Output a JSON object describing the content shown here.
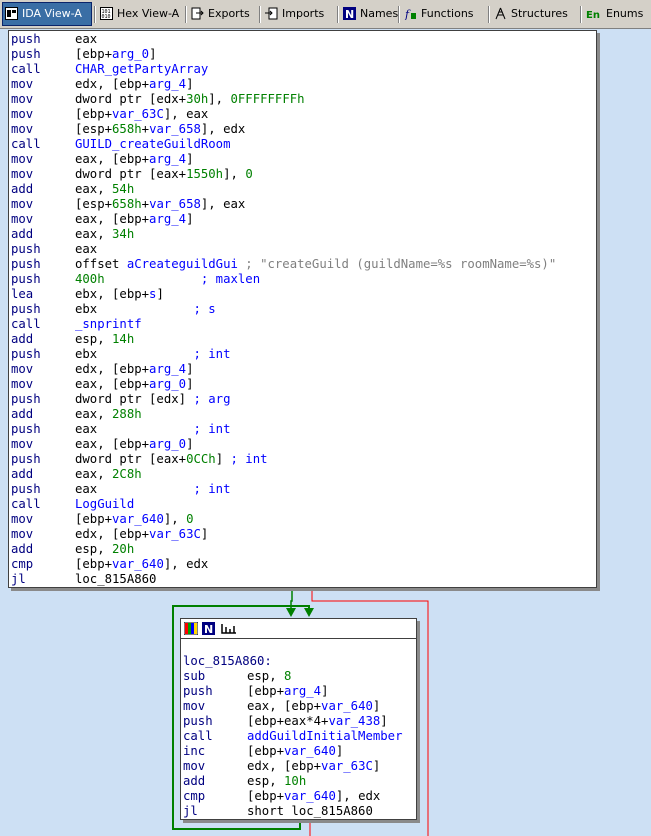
{
  "tabs": [
    {
      "label": "IDA View-A",
      "icon": "ida-view-icon",
      "active": true
    },
    {
      "label": "Hex View-A",
      "icon": "hex-view-icon",
      "active": false
    },
    {
      "label": "Exports",
      "icon": "exports-icon",
      "active": false
    },
    {
      "label": "Imports",
      "icon": "imports-icon",
      "active": false
    },
    {
      "label": "Names",
      "icon": "names-icon",
      "active": false
    },
    {
      "label": "Functions",
      "icon": "functions-icon",
      "active": false
    },
    {
      "label": "Structures",
      "icon": "structures-icon",
      "active": false
    },
    {
      "label": "Enums",
      "icon": "enums-icon",
      "active": false
    }
  ],
  "main_block": [
    {
      "mn": "push",
      "op": [
        [
          "eax",
          "g"
        ]
      ]
    },
    {
      "mn": "push",
      "op": [
        [
          "[ebp+",
          "g"
        ],
        [
          "arg_0",
          "v"
        ],
        [
          "]",
          "g"
        ]
      ]
    },
    {
      "mn": "call",
      "op": [
        [
          "CHAR_getPartyArray",
          "v"
        ]
      ]
    },
    {
      "mn": "mov",
      "op": [
        [
          "edx, [ebp+",
          "g"
        ],
        [
          "arg_4",
          "v"
        ],
        [
          "]",
          "g"
        ]
      ]
    },
    {
      "mn": "mov",
      "op": [
        [
          "dword ptr [edx+",
          "g"
        ],
        [
          "30h",
          "n"
        ],
        [
          "], ",
          "g"
        ],
        [
          "0FFFFFFFFh",
          "n"
        ]
      ]
    },
    {
      "mn": "mov",
      "op": [
        [
          "[ebp+",
          "g"
        ],
        [
          "var_63C",
          "v"
        ],
        [
          "], eax",
          "g"
        ]
      ]
    },
    {
      "mn": "mov",
      "op": [
        [
          "[esp+",
          "g"
        ],
        [
          "658h",
          "n"
        ],
        [
          "+",
          "g"
        ],
        [
          "var_658",
          "v"
        ],
        [
          "], edx",
          "g"
        ]
      ]
    },
    {
      "mn": "call",
      "op": [
        [
          "GUILD_createGuildRoom",
          "v"
        ]
      ]
    },
    {
      "mn": "mov",
      "op": [
        [
          "eax, [ebp+",
          "g"
        ],
        [
          "arg_4",
          "v"
        ],
        [
          "]",
          "g"
        ]
      ]
    },
    {
      "mn": "mov",
      "op": [
        [
          "dword ptr [eax+",
          "g"
        ],
        [
          "1550h",
          "n"
        ],
        [
          "], ",
          "g"
        ],
        [
          "0",
          "n"
        ]
      ]
    },
    {
      "mn": "add",
      "op": [
        [
          "eax, ",
          "g"
        ],
        [
          "54h",
          "n"
        ]
      ]
    },
    {
      "mn": "mov",
      "op": [
        [
          "[esp+",
          "g"
        ],
        [
          "658h",
          "n"
        ],
        [
          "+",
          "g"
        ],
        [
          "var_658",
          "v"
        ],
        [
          "], eax",
          "g"
        ]
      ]
    },
    {
      "mn": "mov",
      "op": [
        [
          "eax, [ebp+",
          "g"
        ],
        [
          "arg_4",
          "v"
        ],
        [
          "]",
          "g"
        ]
      ]
    },
    {
      "mn": "add",
      "op": [
        [
          "eax, ",
          "g"
        ],
        [
          "34h",
          "n"
        ]
      ]
    },
    {
      "mn": "push",
      "op": [
        [
          "eax",
          "g"
        ]
      ]
    },
    {
      "mn": "push",
      "op": [
        [
          "offset ",
          "g"
        ],
        [
          "aCreateguildGui",
          "v"
        ]
      ],
      "cm": "; \"createGuild (guildName=%s roomName=%s)\""
    },
    {
      "mn": "push",
      "op": [
        [
          "400h",
          "n"
        ],
        [
          "             ",
          "g"
        ],
        [
          "; maxlen",
          "v"
        ]
      ]
    },
    {
      "mn": "lea",
      "op": [
        [
          "ebx, [ebp+",
          "g"
        ],
        [
          "s",
          "v"
        ],
        [
          "]",
          "g"
        ]
      ]
    },
    {
      "mn": "push",
      "op": [
        [
          "ebx",
          "g"
        ],
        [
          "             ",
          "g"
        ],
        [
          "; s",
          "v"
        ]
      ]
    },
    {
      "mn": "call",
      "op": [
        [
          "_snprintf",
          "v"
        ]
      ]
    },
    {
      "mn": "add",
      "op": [
        [
          "esp, ",
          "g"
        ],
        [
          "14h",
          "n"
        ]
      ]
    },
    {
      "mn": "push",
      "op": [
        [
          "ebx",
          "g"
        ],
        [
          "             ",
          "g"
        ],
        [
          "; int",
          "v"
        ]
      ]
    },
    {
      "mn": "mov",
      "op": [
        [
          "edx, [ebp+",
          "g"
        ],
        [
          "arg_4",
          "v"
        ],
        [
          "]",
          "g"
        ]
      ]
    },
    {
      "mn": "mov",
      "op": [
        [
          "eax, [ebp+",
          "g"
        ],
        [
          "arg_0",
          "v"
        ],
        [
          "]",
          "g"
        ]
      ]
    },
    {
      "mn": "push",
      "op": [
        [
          "dword ptr [edx] ",
          "g"
        ],
        [
          "; arg",
          "v"
        ]
      ]
    },
    {
      "mn": "add",
      "op": [
        [
          "eax, ",
          "g"
        ],
        [
          "288h",
          "n"
        ]
      ]
    },
    {
      "mn": "push",
      "op": [
        [
          "eax",
          "g"
        ],
        [
          "             ",
          "g"
        ],
        [
          "; int",
          "v"
        ]
      ]
    },
    {
      "mn": "mov",
      "op": [
        [
          "eax, [ebp+",
          "g"
        ],
        [
          "arg_0",
          "v"
        ],
        [
          "]",
          "g"
        ]
      ]
    },
    {
      "mn": "push",
      "op": [
        [
          "dword ptr [eax+",
          "g"
        ],
        [
          "0CCh",
          "n"
        ],
        [
          "] ",
          "g"
        ],
        [
          "; int",
          "v"
        ]
      ]
    },
    {
      "mn": "add",
      "op": [
        [
          "eax, ",
          "g"
        ],
        [
          "2C8h",
          "n"
        ]
      ]
    },
    {
      "mn": "push",
      "op": [
        [
          "eax",
          "g"
        ],
        [
          "             ",
          "g"
        ],
        [
          "; int",
          "v"
        ]
      ]
    },
    {
      "mn": "call",
      "op": [
        [
          "LogGuild",
          "v"
        ]
      ]
    },
    {
      "mn": "mov",
      "op": [
        [
          "[ebp+",
          "g"
        ],
        [
          "var_640",
          "v"
        ],
        [
          "], ",
          "g"
        ],
        [
          "0",
          "n"
        ]
      ]
    },
    {
      "mn": "mov",
      "op": [
        [
          "edx, [ebp+",
          "g"
        ],
        [
          "var_63C",
          "v"
        ],
        [
          "]",
          "g"
        ]
      ]
    },
    {
      "mn": "add",
      "op": [
        [
          "esp, ",
          "g"
        ],
        [
          "20h",
          "n"
        ]
      ]
    },
    {
      "mn": "cmp",
      "op": [
        [
          "[ebp+",
          "g"
        ],
        [
          "var_640",
          "v"
        ],
        [
          "], edx",
          "g"
        ]
      ]
    },
    {
      "mn": "jl",
      "op": [
        [
          "loc_815A860",
          "g"
        ]
      ]
    }
  ],
  "loop_block": {
    "header_icons": [
      "color-icon",
      "names-icon",
      "graph-icon"
    ],
    "label": "loc_815A860:",
    "lines": [
      {
        "mn": "sub",
        "op": [
          [
            "esp, ",
            "g"
          ],
          [
            "8",
            "n"
          ]
        ]
      },
      {
        "mn": "push",
        "op": [
          [
            "[ebp+",
            "g"
          ],
          [
            "arg_4",
            "v"
          ],
          [
            "]",
            "g"
          ]
        ]
      },
      {
        "mn": "mov",
        "op": [
          [
            "eax, [ebp+",
            "g"
          ],
          [
            "var_640",
            "v"
          ],
          [
            "]",
            "g"
          ]
        ]
      },
      {
        "mn": "push",
        "op": [
          [
            "[ebp+eax*4+",
            "g"
          ],
          [
            "var_438",
            "v"
          ],
          [
            "]",
            "g"
          ]
        ]
      },
      {
        "mn": "call",
        "op": [
          [
            "addGuildInitialMember",
            "v"
          ]
        ]
      },
      {
        "mn": "inc",
        "op": [
          [
            "[ebp+",
            "g"
          ],
          [
            "var_640",
            "v"
          ],
          [
            "]",
            "g"
          ]
        ]
      },
      {
        "mn": "mov",
        "op": [
          [
            "edx, [ebp+",
            "g"
          ],
          [
            "var_63C",
            "v"
          ],
          [
            "]",
            "g"
          ]
        ]
      },
      {
        "mn": "add",
        "op": [
          [
            "esp, ",
            "g"
          ],
          [
            "10h",
            "n"
          ]
        ]
      },
      {
        "mn": "cmp",
        "op": [
          [
            "[ebp+",
            "g"
          ],
          [
            "var_640",
            "v"
          ],
          [
            "], edx",
            "g"
          ]
        ]
      },
      {
        "mn": "jl",
        "op": [
          [
            "short loc_815A860",
            "g"
          ]
        ]
      }
    ]
  },
  "colors": {
    "true_edge": "#008000",
    "false_edge": "#ff0000",
    "background": "#cde0f4"
  }
}
